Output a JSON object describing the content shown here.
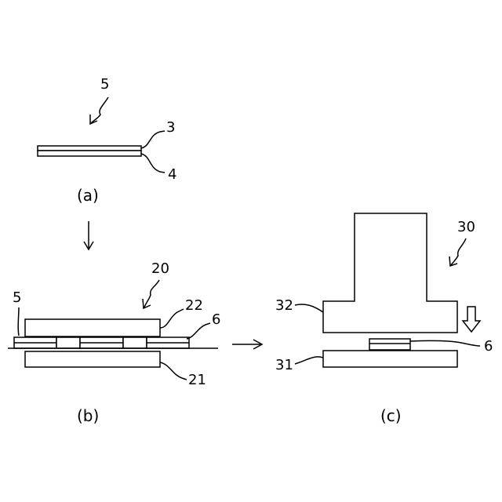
{
  "panel_a": {
    "caption": "(a)",
    "label_sheet": "5",
    "label_layer_top": "3",
    "label_layer_bottom": "4"
  },
  "panel_b": {
    "caption": "(b)",
    "label_apparatus": "20",
    "label_sheet": "5",
    "label_upper_plate": "22",
    "label_piece": "6",
    "label_lower_plate": "21"
  },
  "panel_c": {
    "caption": "(c)",
    "label_press": "30",
    "label_upper_die": "32",
    "label_lower_die": "31",
    "label_piece": "6"
  }
}
